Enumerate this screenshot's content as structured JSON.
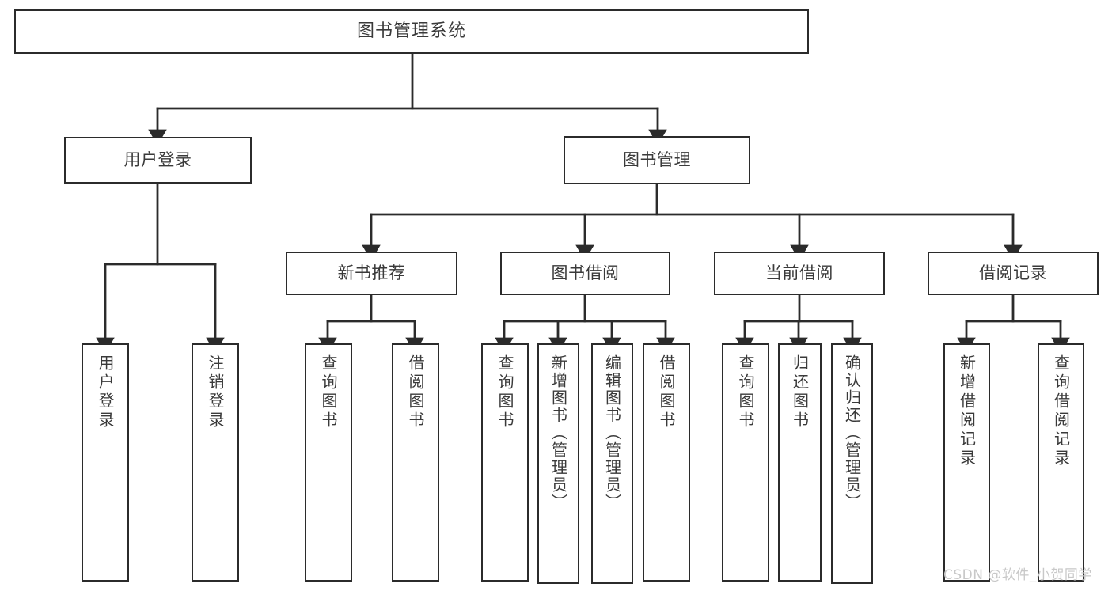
{
  "diagram": {
    "title": "图书管理系统",
    "type": "tree",
    "orientation": "top-down",
    "background_color": "#ffffff",
    "line_color": "#2b2b2b",
    "text_color": "#3a3a3a",
    "nodes": {
      "root": {
        "label": "图书管理系统"
      },
      "user_login": {
        "label": "用户登录"
      },
      "book_manage": {
        "label": "图书管理"
      },
      "new_book_rec": {
        "label": "新书推荐"
      },
      "book_borrow": {
        "label": "图书借阅"
      },
      "current_borrow": {
        "label": "当前借阅"
      },
      "borrow_record": {
        "label": "借阅记录"
      },
      "leaf_user_login": {
        "label": "用户登录"
      },
      "leaf_logout": {
        "label": "注销登录"
      },
      "leaf_query_book_a": {
        "label": "查询图书"
      },
      "leaf_borrow_book_a": {
        "label": "借阅图书"
      },
      "leaf_query_book_b": {
        "label": "查询图书"
      },
      "leaf_add_book": {
        "label": "新增图书（管理员）"
      },
      "leaf_edit_book": {
        "label": "编辑图书（管理员）"
      },
      "leaf_borrow_book_b": {
        "label": "借阅图书"
      },
      "leaf_query_book_c": {
        "label": "查询图书"
      },
      "leaf_return_book": {
        "label": "归还图书"
      },
      "leaf_confirm_return": {
        "label": "确认归还（管理员）"
      },
      "leaf_add_record": {
        "label": "新增借阅记录"
      },
      "leaf_query_record": {
        "label": "查询借阅记录"
      }
    },
    "watermark": "CSDN @软件_小贺同学"
  }
}
